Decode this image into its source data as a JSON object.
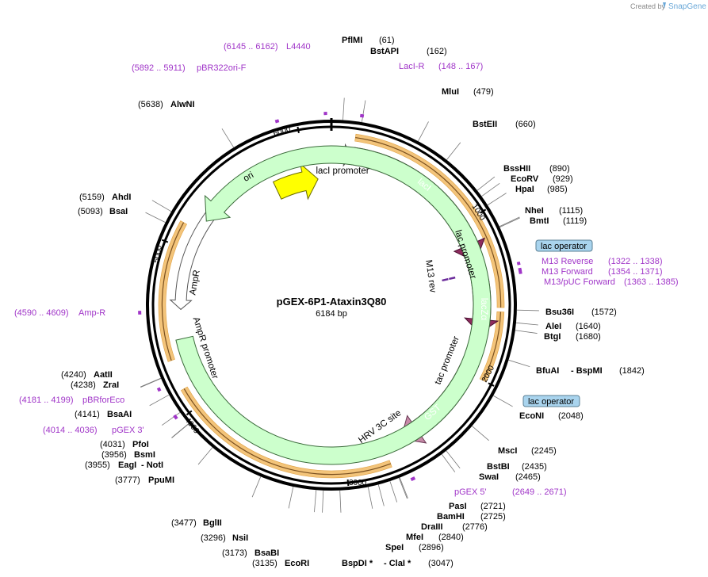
{
  "credit": {
    "prefix": "Created by",
    "brand": "SnapGene"
  },
  "plasmid": {
    "name": "pGEX-6P1-Ataxin3Q80",
    "size_label": "6184 bp",
    "length": 6184
  },
  "ticks": [
    "1000",
    "2000",
    "3000",
    "4000",
    "5000",
    "6000"
  ],
  "features": {
    "ori": "ori",
    "laci_promoter": "lacI promoter",
    "laci": "lacI",
    "lac_promoter": "lac promoter",
    "m13_rev": "M13 rev",
    "lacza": "lacZα",
    "tac_promoter": "tac promoter",
    "gst": "GST",
    "hrv": "HRV 3C site",
    "ampr": "AmpR",
    "ampr_promoter": "AmpR promoter",
    "lac_operator_1": "lac operator",
    "lac_operator_2": "lac operator"
  },
  "sites": {
    "pflmi": {
      "name": "PflMI",
      "pos": "(61)"
    },
    "bstapi": {
      "name": "BstAPI",
      "pos": "(162)"
    },
    "mlui": {
      "name": "MluI",
      "pos": "(479)"
    },
    "bsteii": {
      "name": "BstEII",
      "pos": "(660)"
    },
    "bsshii": {
      "name": "BssHII",
      "pos": "(890)"
    },
    "ecorv": {
      "name": "EcoRV",
      "pos": "(929)"
    },
    "hpai": {
      "name": "HpaI",
      "pos": "(985)"
    },
    "nhei": {
      "name": "NheI",
      "pos": "(1115)"
    },
    "bmti": {
      "name": "BmtI",
      "pos": "(1119)"
    },
    "bsu36i": {
      "name": "Bsu36I",
      "pos": "(1572)"
    },
    "alei": {
      "name": "AleI",
      "pos": "(1640)"
    },
    "btgi": {
      "name": "BtgI",
      "pos": "(1680)"
    },
    "bfuai": {
      "name": "BfuAI",
      "name2": "BspMI",
      "pos": "(1842)"
    },
    "econi": {
      "name": "EcoNI",
      "pos": "(2048)"
    },
    "msci": {
      "name": "MscI",
      "pos": "(2245)"
    },
    "bstbi": {
      "name": "BstBI",
      "pos": "(2435)"
    },
    "swai": {
      "name": "SwaI",
      "pos": "(2465)"
    },
    "pasi": {
      "name": "PasI",
      "pos": "(2721)"
    },
    "bamhi": {
      "name": "BamHI",
      "pos": "(2725)"
    },
    "draiii": {
      "name": "DraIII",
      "pos": "(2776)"
    },
    "mfei": {
      "name": "MfeI",
      "pos": "(2840)"
    },
    "spei": {
      "name": "SpeI",
      "pos": "(2896)"
    },
    "bspdi": {
      "name": "BspDI *",
      "name2": "ClaI *",
      "pos": "(3047)"
    },
    "ecori": {
      "name": "EcoRI",
      "pos": "(3135)"
    },
    "bsabi": {
      "name": "BsaBI",
      "pos": "(3173)"
    },
    "nsii": {
      "name": "NsiI",
      "pos": "(3296)"
    },
    "bglii": {
      "name": "BglII",
      "pos": "(3477)"
    },
    "ppumi": {
      "name": "PpuMI",
      "pos": "(3777)"
    },
    "eagi": {
      "name": "EagI",
      "name2": "NotI",
      "pos": "(3955)"
    },
    "bsmi": {
      "name": "BsmI",
      "pos": "(3956)"
    },
    "pfoi": {
      "name": "PfoI",
      "pos": "(4031)"
    },
    "bsaai": {
      "name": "BsaAI",
      "pos": "(4141)"
    },
    "zrai": {
      "name": "ZraI",
      "pos": "(4238)"
    },
    "aatii": {
      "name": "AatII",
      "pos": "(4240)"
    },
    "bsai": {
      "name": "BsaI",
      "pos": "(5093)"
    },
    "ahdi": {
      "name": "AhdI",
      "pos": "(5159)"
    },
    "alwni": {
      "name": "AlwNI",
      "pos": "(5638)"
    }
  },
  "primers": {
    "l4440": {
      "name": "L4440",
      "range": "(6145 .. 6162)"
    },
    "pbr322": {
      "name": "pBR322ori-F",
      "range": "(5892 .. 5911)"
    },
    "lacir": {
      "name": "LacI-R",
      "range": "(148 .. 167)"
    },
    "m13rev": {
      "name": "M13 Reverse",
      "range": "(1322 .. 1338)"
    },
    "m13fwd": {
      "name": "M13 Forward",
      "range": "(1354 .. 1371)"
    },
    "m13puc": {
      "name": "M13/pUC Forward",
      "range": "(1363 .. 1385)"
    },
    "pgex5": {
      "name": "pGEX 5'",
      "range": "(2649 .. 2671)"
    },
    "pgex3": {
      "name": "pGEX 3'",
      "range": "(4014 .. 4036)"
    },
    "pbrforeco": {
      "name": "pBRforEco",
      "range": "(4181 .. 4199)"
    },
    "ampr": {
      "name": "Amp-R",
      "range": "(4590 .. 4609)"
    }
  },
  "colors": {
    "backbone": "#000000",
    "laci": "#8e2b5e",
    "lacza": "#8e2b5e",
    "gst": "#c78aa8",
    "ori": "#ffff00",
    "ampr": "#ccffcc",
    "highlight": "#f3c47a",
    "primer": "#a035c8",
    "lac_operator": "#a9d4ee"
  }
}
